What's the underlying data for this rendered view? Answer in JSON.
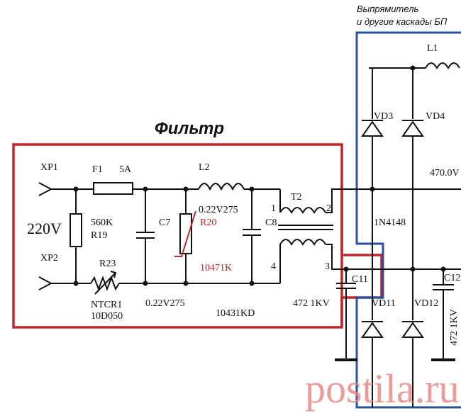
{
  "titles": {
    "filter": "Фильтр",
    "rectifier_line1": "Выпрямитель",
    "rectifier_line2": "и другие каскады БП"
  },
  "labels": {
    "xp1": "XP1",
    "xp2": "XP2",
    "mains": "220V",
    "f1": "F1",
    "f1_rating": "5A",
    "r19_value": "560K",
    "r19": "R19",
    "r23": "R23",
    "ntcr1": "NTCR1",
    "ntc_part": "10D050",
    "l2": "L2",
    "c7": "C7",
    "c7_rating": "0.22V275",
    "r20": "R20",
    "r20_part": "10471K",
    "c8": "C8",
    "c8_rating": "0.22V275",
    "t2": "T2",
    "t2_pin1": "1",
    "t2_pin2": "2",
    "t2_pin3": "3",
    "t2_pin4": "4",
    "t2_part": "10431KD",
    "c11": "C11",
    "c11_rating": "472 1KV",
    "l1": "L1",
    "vd3": "VD3",
    "vd4": "VD4",
    "vd11": "VD11",
    "vd12": "VD12",
    "diode_part": "1N4148",
    "c12": "C12",
    "c12_rating": "472 1KV",
    "cap_value": "470.0V"
  },
  "colors": {
    "filter_frame": "#c0262d",
    "rectifier_frame": "#2a4f9e",
    "watermark": "#e98a8a"
  },
  "watermark": "postila.ru"
}
